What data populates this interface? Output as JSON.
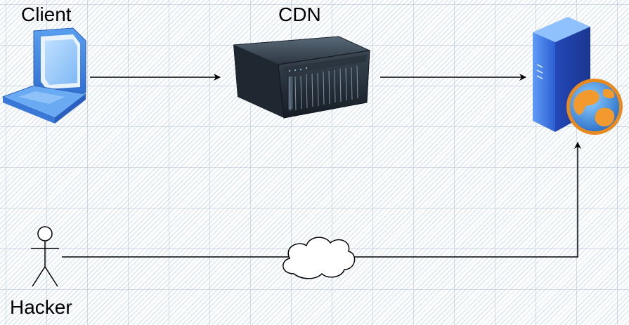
{
  "nodes": {
    "client": {
      "label": "Client",
      "icon": "laptop-icon"
    },
    "cdn": {
      "label": "CDN",
      "icon": "server-rack-icon"
    },
    "server": {
      "icon": "web-server-icon"
    },
    "hacker": {
      "icon": "stick-figure-icon",
      "label": "Hacker"
    },
    "internet": {
      "icon": "cloud-icon"
    }
  },
  "edges": [
    {
      "from": "client",
      "to": "cdn"
    },
    {
      "from": "cdn",
      "to": "server"
    },
    {
      "from": "hacker",
      "to": "server",
      "via": "internet"
    }
  ],
  "colors": {
    "line": "#000000",
    "laptop": "#4a8be0",
    "server_blue": "#3a6fd8",
    "globe": "#e88a1f"
  }
}
